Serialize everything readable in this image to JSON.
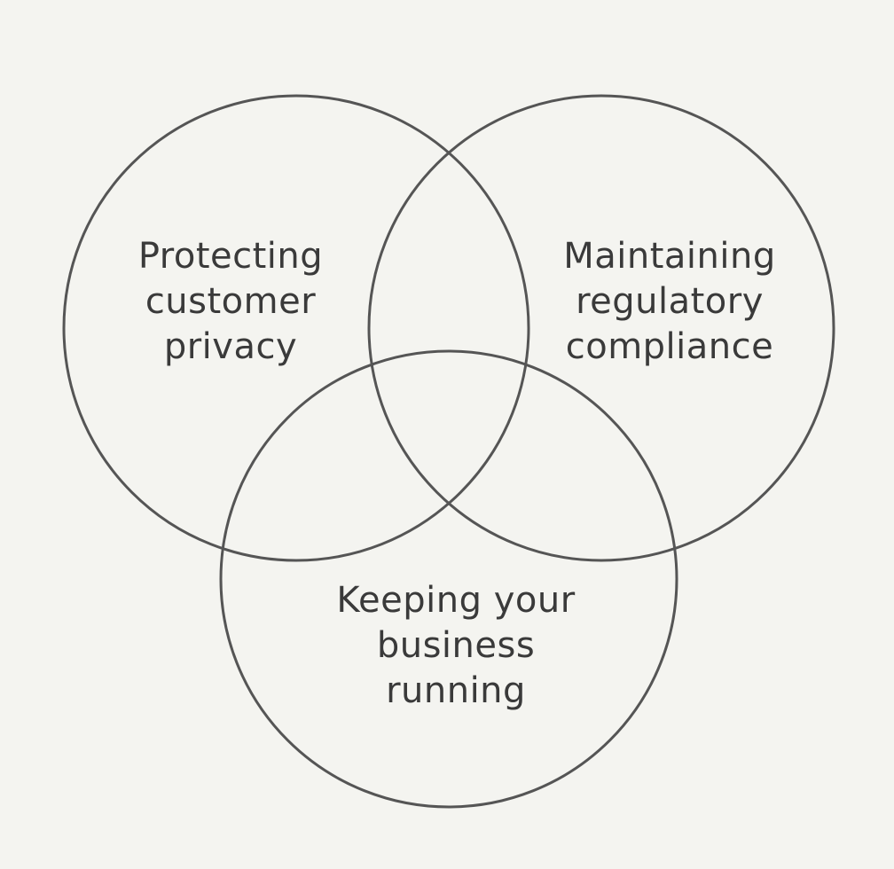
{
  "diagram": {
    "type": "venn",
    "stroke_color": "#555555",
    "background": "#f4f4f0",
    "sets": [
      {
        "lines": [
          "Protecting",
          "customer",
          "privacy"
        ]
      },
      {
        "lines": [
          "Maintaining",
          "regulatory",
          "compliance"
        ]
      },
      {
        "lines": [
          "Keeping your",
          "business",
          "running"
        ]
      }
    ]
  }
}
